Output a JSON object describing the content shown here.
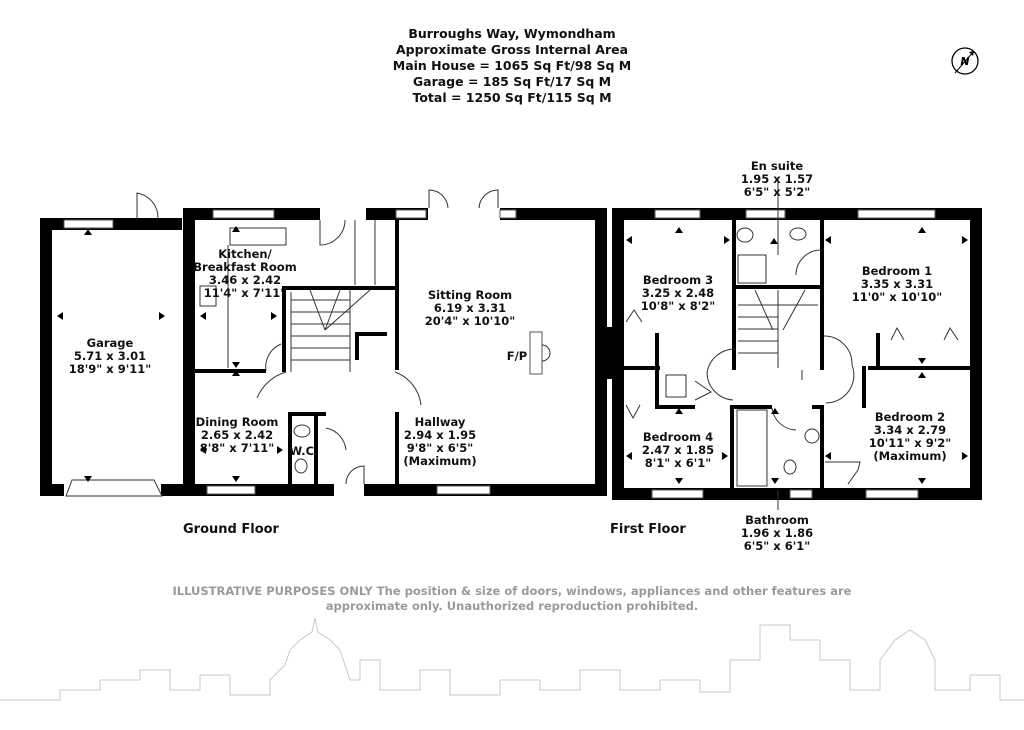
{
  "header": {
    "lines": [
      "Burroughs Way, Wymondham",
      "Approximate Gross Internal Area",
      "Main House = 1065 Sq Ft/98 Sq M",
      "Garage = 185 Sq Ft/17 Sq M",
      "Total = 1250 Sq Ft/115 Sq M"
    ]
  },
  "compass": {
    "label": "N",
    "icon": "north-compass-icon"
  },
  "ground_floor": {
    "title": "Ground Floor",
    "rooms": [
      {
        "name": "Garage",
        "metric": "5.71 x 3.01",
        "imperial": "18'9\" x 9'11\""
      },
      {
        "name": "Kitchen/",
        "name2": "Breakfast Room",
        "metric": "3.46 x 2.42",
        "imperial": "11'4\" x 7'11\""
      },
      {
        "name": "Sitting Room",
        "metric": "6.19 x 3.31",
        "imperial": "20'4\" x 10'10\""
      },
      {
        "name": "Dining Room",
        "metric": "2.65 x 2.42",
        "imperial": "8'8\" x 7'11\""
      },
      {
        "name": "Hallway",
        "metric": "2.94 x 1.95",
        "imperial": "9'8\" x 6'5\"",
        "note": "(Maximum)"
      },
      {
        "name": "W.C."
      }
    ],
    "fireplace": "F/P"
  },
  "first_floor": {
    "title": "First Floor",
    "rooms": [
      {
        "name": "En suite",
        "metric": "1.95 x 1.57",
        "imperial": "6'5\" x 5'2\""
      },
      {
        "name": "Bedroom 3",
        "metric": "3.25 x 2.48",
        "imperial": "10'8\" x 8'2\""
      },
      {
        "name": "Bedroom 1",
        "metric": "3.35 x 3.31",
        "imperial": "11'0\" x 10'10\""
      },
      {
        "name": "Bedroom 4",
        "metric": "2.47 x 1.85",
        "imperial": "8'1\" x 6'1\""
      },
      {
        "name": "Bedroom 2",
        "metric": "3.34 x 2.79",
        "imperial": "10'11\" x 9'2\"",
        "note": "(Maximum)"
      },
      {
        "name": "Bathroom",
        "metric": "1.96 x 1.86",
        "imperial": "6'5\" x 6'1\""
      }
    ]
  },
  "disclaimer": {
    "line1": "ILLUSTRATIVE PURPOSES ONLY  The position & size of doors, windows, appliances and other features are",
    "line2": "approximate only. Unauthorized reproduction prohibited."
  }
}
